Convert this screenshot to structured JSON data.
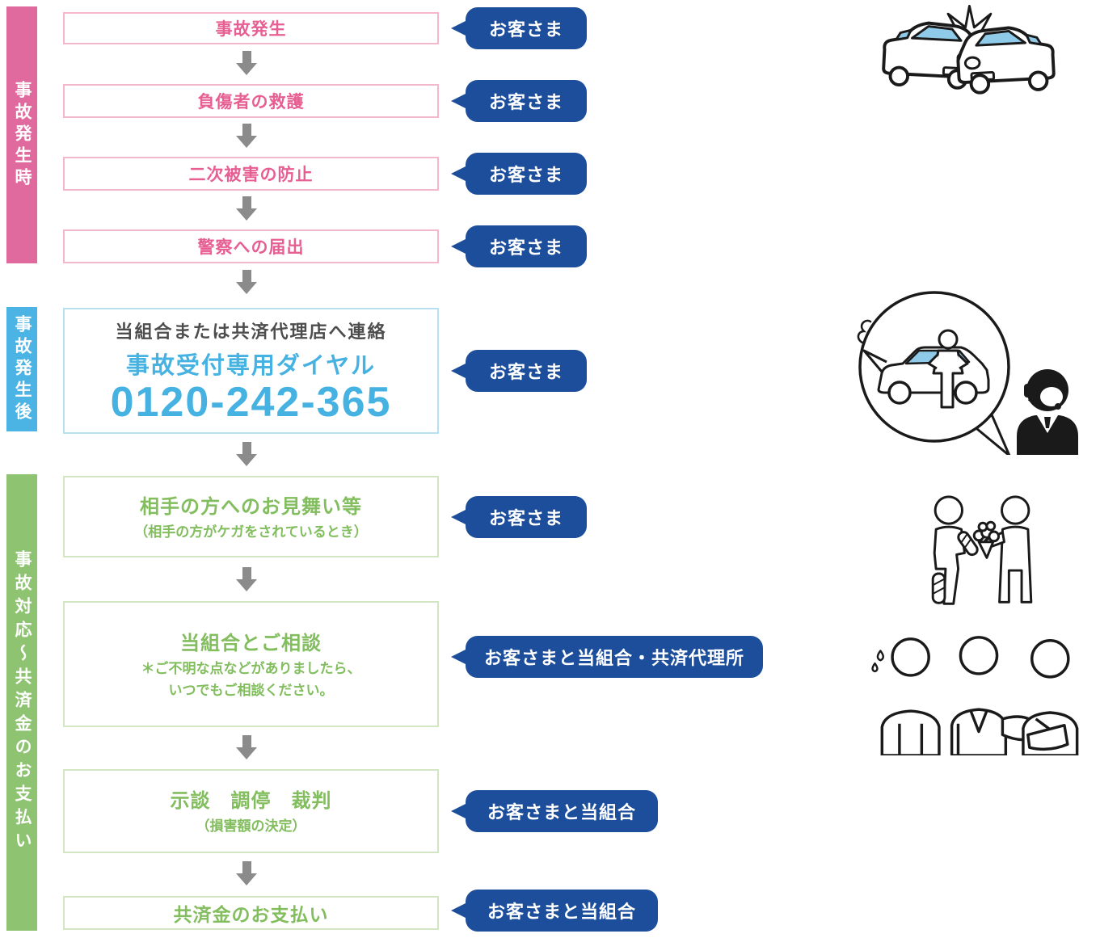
{
  "colors": {
    "section_pink": "#e0699e",
    "section_blue": "#4cb4e4",
    "section_green": "#8ec471",
    "pink_border": "#f4b8cb",
    "pink_text": "#e75f92",
    "blue_border": "#b9e0f2",
    "blue_text": "#45b2e2",
    "green_border": "#d2e6c3",
    "green_text": "#82bd5e",
    "bubble_navy": "#1d4e9b",
    "arrow_gray": "#8b8b8b",
    "dark_text": "#4d4d4d",
    "window_blue": "#8fcbe8"
  },
  "sections": [
    {
      "label": "事故発生時"
    },
    {
      "label": "事故発生後"
    },
    {
      "label": "事故対応～共済金のお支払い"
    }
  ],
  "steps": [
    {
      "title": "事故発生",
      "bubble": "お客さま"
    },
    {
      "title": "負傷者の救護",
      "bubble": "お客さま"
    },
    {
      "title": "二次被害の防止",
      "bubble": "お客さま"
    },
    {
      "title": "警察への届出",
      "bubble": "お客さま"
    },
    {
      "line1": "当組合または共済代理店へ連絡",
      "line2": "事故受付専用ダイヤル",
      "phone": "0120-242-365",
      "bubble": "お客さま"
    },
    {
      "title": "相手の方へのお見舞い等",
      "note": "（相手の方がケガをされているとき）",
      "bubble": "お客さま"
    },
    {
      "title": "当組合とご相談",
      "note": "＊ご不明な点などがありましたら、",
      "note2": "いつでもご相談ください。",
      "bubble": "お客さまと当組合・共済代理所"
    },
    {
      "title": "示談　調停　裁判",
      "note": "（損害額の決定）",
      "bubble": "お客さまと当組合"
    },
    {
      "title": "共済金のお支払い",
      "bubble": "お客さまと当組合"
    }
  ],
  "icons": {
    "car_crash": "car-crash-icon",
    "breakdown_call": "breakdown-call-icon",
    "get_well_visit": "get-well-visit-icon",
    "consultation": "consultation-icon",
    "down_arrow": "down-arrow-icon"
  }
}
